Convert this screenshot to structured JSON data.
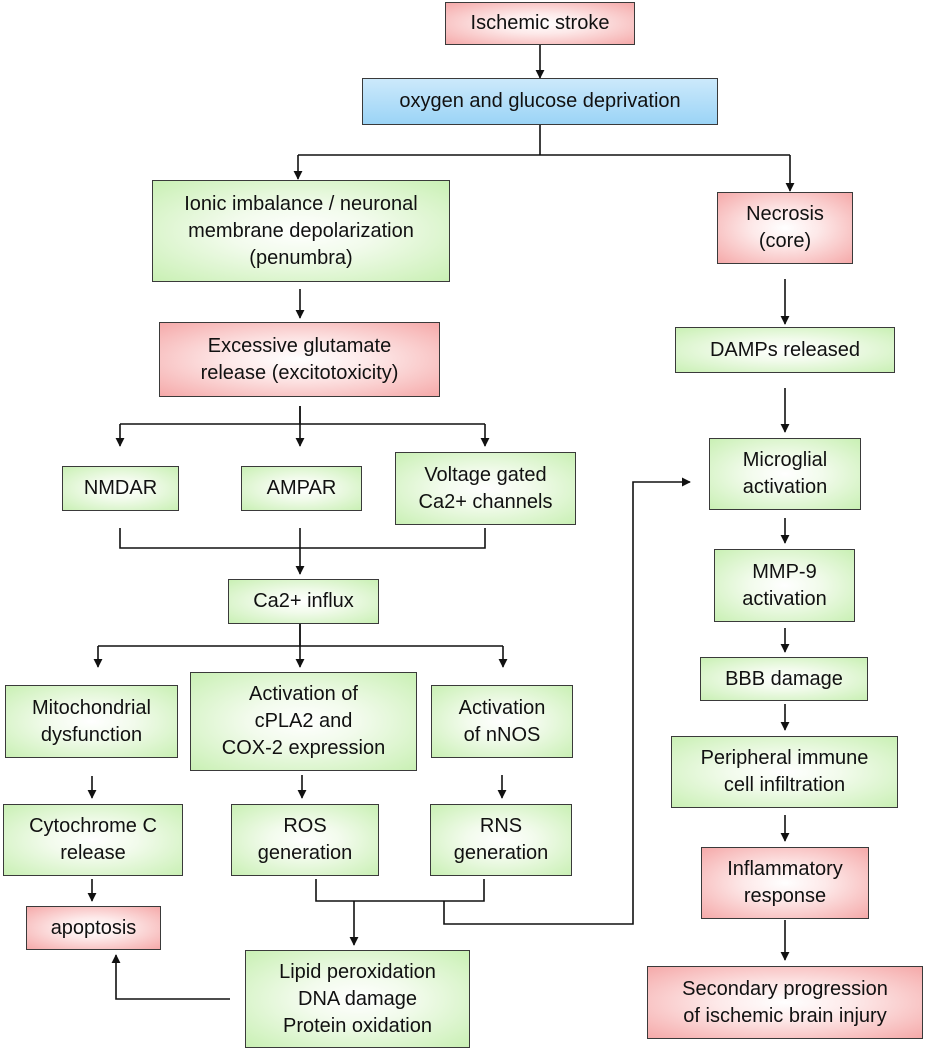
{
  "nodes": {
    "ischemic_stroke": "Ischemic stroke",
    "ogd": "oxygen and glucose deprivation",
    "ionic": "Ionic imbalance / neuronal\nmembrane depolarization\n(penumbra)",
    "necrosis": "Necrosis\n(core)",
    "glutamate": "Excessive glutamate\nrelease (excitotoxicity)",
    "damps": "DAMPs released",
    "nmdar": "NMDAR",
    "ampar": "AMPAR",
    "vgcc": "Voltage gated\nCa2+ channels",
    "microglial": "Microglial\nactivation",
    "ca_influx": "Ca2+ influx",
    "mmp9": "MMP-9\nactivation",
    "bbb": "BBB damage",
    "mito": "Mitochondrial\ndysfunction",
    "cpla2": "Activation of\ncPLA2 and\nCOX-2 expression",
    "nnos": "Activation\nof nNOS",
    "peripheral": "Peripheral immune\ncell infiltration",
    "cytc": "Cytochrome C\nrelease",
    "ros": "ROS\ngeneration",
    "rns": "RNS\ngeneration",
    "inflammatory": "Inflammatory\nresponse",
    "apoptosis": "apoptosis",
    "lipid": "Lipid peroxidation\nDNA damage\nProtein oxidation",
    "secondary": "Secondary progression\nof ischemic brain injury"
  },
  "colors": {
    "green": "#c9f0b4",
    "red": "#f5a9a9",
    "blue": "#9bd4f6",
    "line": "#111111"
  }
}
